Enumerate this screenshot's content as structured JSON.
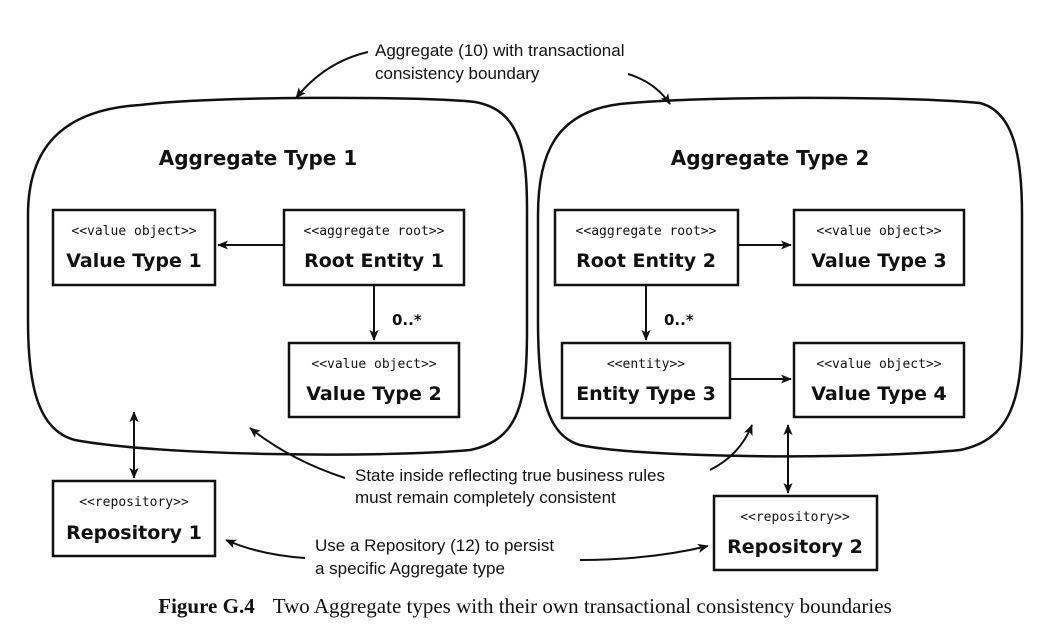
{
  "annotations": {
    "aggregate_boundary": [
      "Aggregate (10) with transactional",
      "consistency boundary"
    ],
    "state_rules": [
      "State inside reflecting true business rules",
      "must remain completely consistent"
    ],
    "repository_use": [
      "Use a Repository (12) to persist",
      "a specific Aggregate type"
    ]
  },
  "aggregate1": {
    "title": "Aggregate Type 1",
    "value_type_1": {
      "stereotype": "<<value object>>",
      "name": "Value Type 1"
    },
    "root_entity_1": {
      "stereotype": "<<aggregate root>>",
      "name": "Root Entity 1"
    },
    "value_type_2": {
      "stereotype": "<<value object>>",
      "name": "Value Type 2"
    },
    "multiplicity": "0..*"
  },
  "aggregate2": {
    "title": "Aggregate Type 2",
    "root_entity_2": {
      "stereotype": "<<aggregate root>>",
      "name": "Root Entity 2"
    },
    "value_type_3": {
      "stereotype": "<<value object>>",
      "name": "Value Type 3"
    },
    "entity_type_3": {
      "stereotype": "<<entity>>",
      "name": "Entity Type 3"
    },
    "value_type_4": {
      "stereotype": "<<value object>>",
      "name": "Value Type 4"
    },
    "multiplicity": "0..*"
  },
  "repositories": {
    "repository_1": {
      "stereotype": "<<repository>>",
      "name": "Repository 1"
    },
    "repository_2": {
      "stereotype": "<<repository>>",
      "name": "Repository 2"
    }
  },
  "caption": {
    "label": "Figure G.4",
    "text": "Two Aggregate types with their own transactional consistency boundaries"
  }
}
